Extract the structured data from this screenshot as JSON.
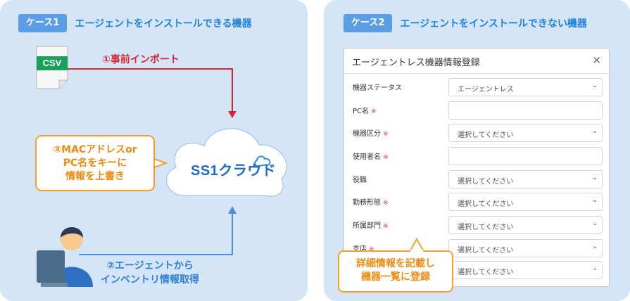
{
  "case1": {
    "badge": "ケース1",
    "title": "エージェントをインストールできる機器"
  },
  "case2": {
    "badge": "ケース2",
    "title": "エージェントをインストールできない機器"
  },
  "csv": {
    "label": "CSV"
  },
  "steps": {
    "step1": "①事前インポート",
    "step2_line1": "②エージェントから",
    "step2_line2": "インベントリ情報取得"
  },
  "callout_left": {
    "line1": "③MACアドレスor",
    "line2": "PC名をキーに",
    "line3": "情報を上書き"
  },
  "cloud": {
    "brand": "SS1クラウド"
  },
  "modal": {
    "title": "エージェントレス機器情報登録",
    "close": "×",
    "required_mark": "※",
    "fields": [
      {
        "label": "機器ステータス",
        "value": "エージェントレス"
      },
      {
        "label": "PC名",
        "value": ""
      },
      {
        "label": "機器区分",
        "value": "選択してください"
      },
      {
        "label": "使用者名",
        "value": ""
      },
      {
        "label": "役職",
        "value": "選択してください"
      },
      {
        "label": "勤務形態",
        "value": "選択してください"
      },
      {
        "label": "所属部門",
        "value": "選択してください"
      },
      {
        "label": "支店",
        "value": "選択してください"
      },
      {
        "label": "",
        "value": "選択してください"
      }
    ]
  },
  "callout_right": {
    "line1": "詳細情報を記載し",
    "line2": "機器一覧に登録"
  },
  "colors": {
    "panel_bg": "#d4e5f7",
    "badge_bg": "#5b9ee6",
    "title_blue": "#1f7fdc",
    "arrow_red": "#d9262f",
    "arrow_blue": "#4a90e2",
    "callout_orange": "#f0a030",
    "csv_green": "#1aa05a"
  }
}
